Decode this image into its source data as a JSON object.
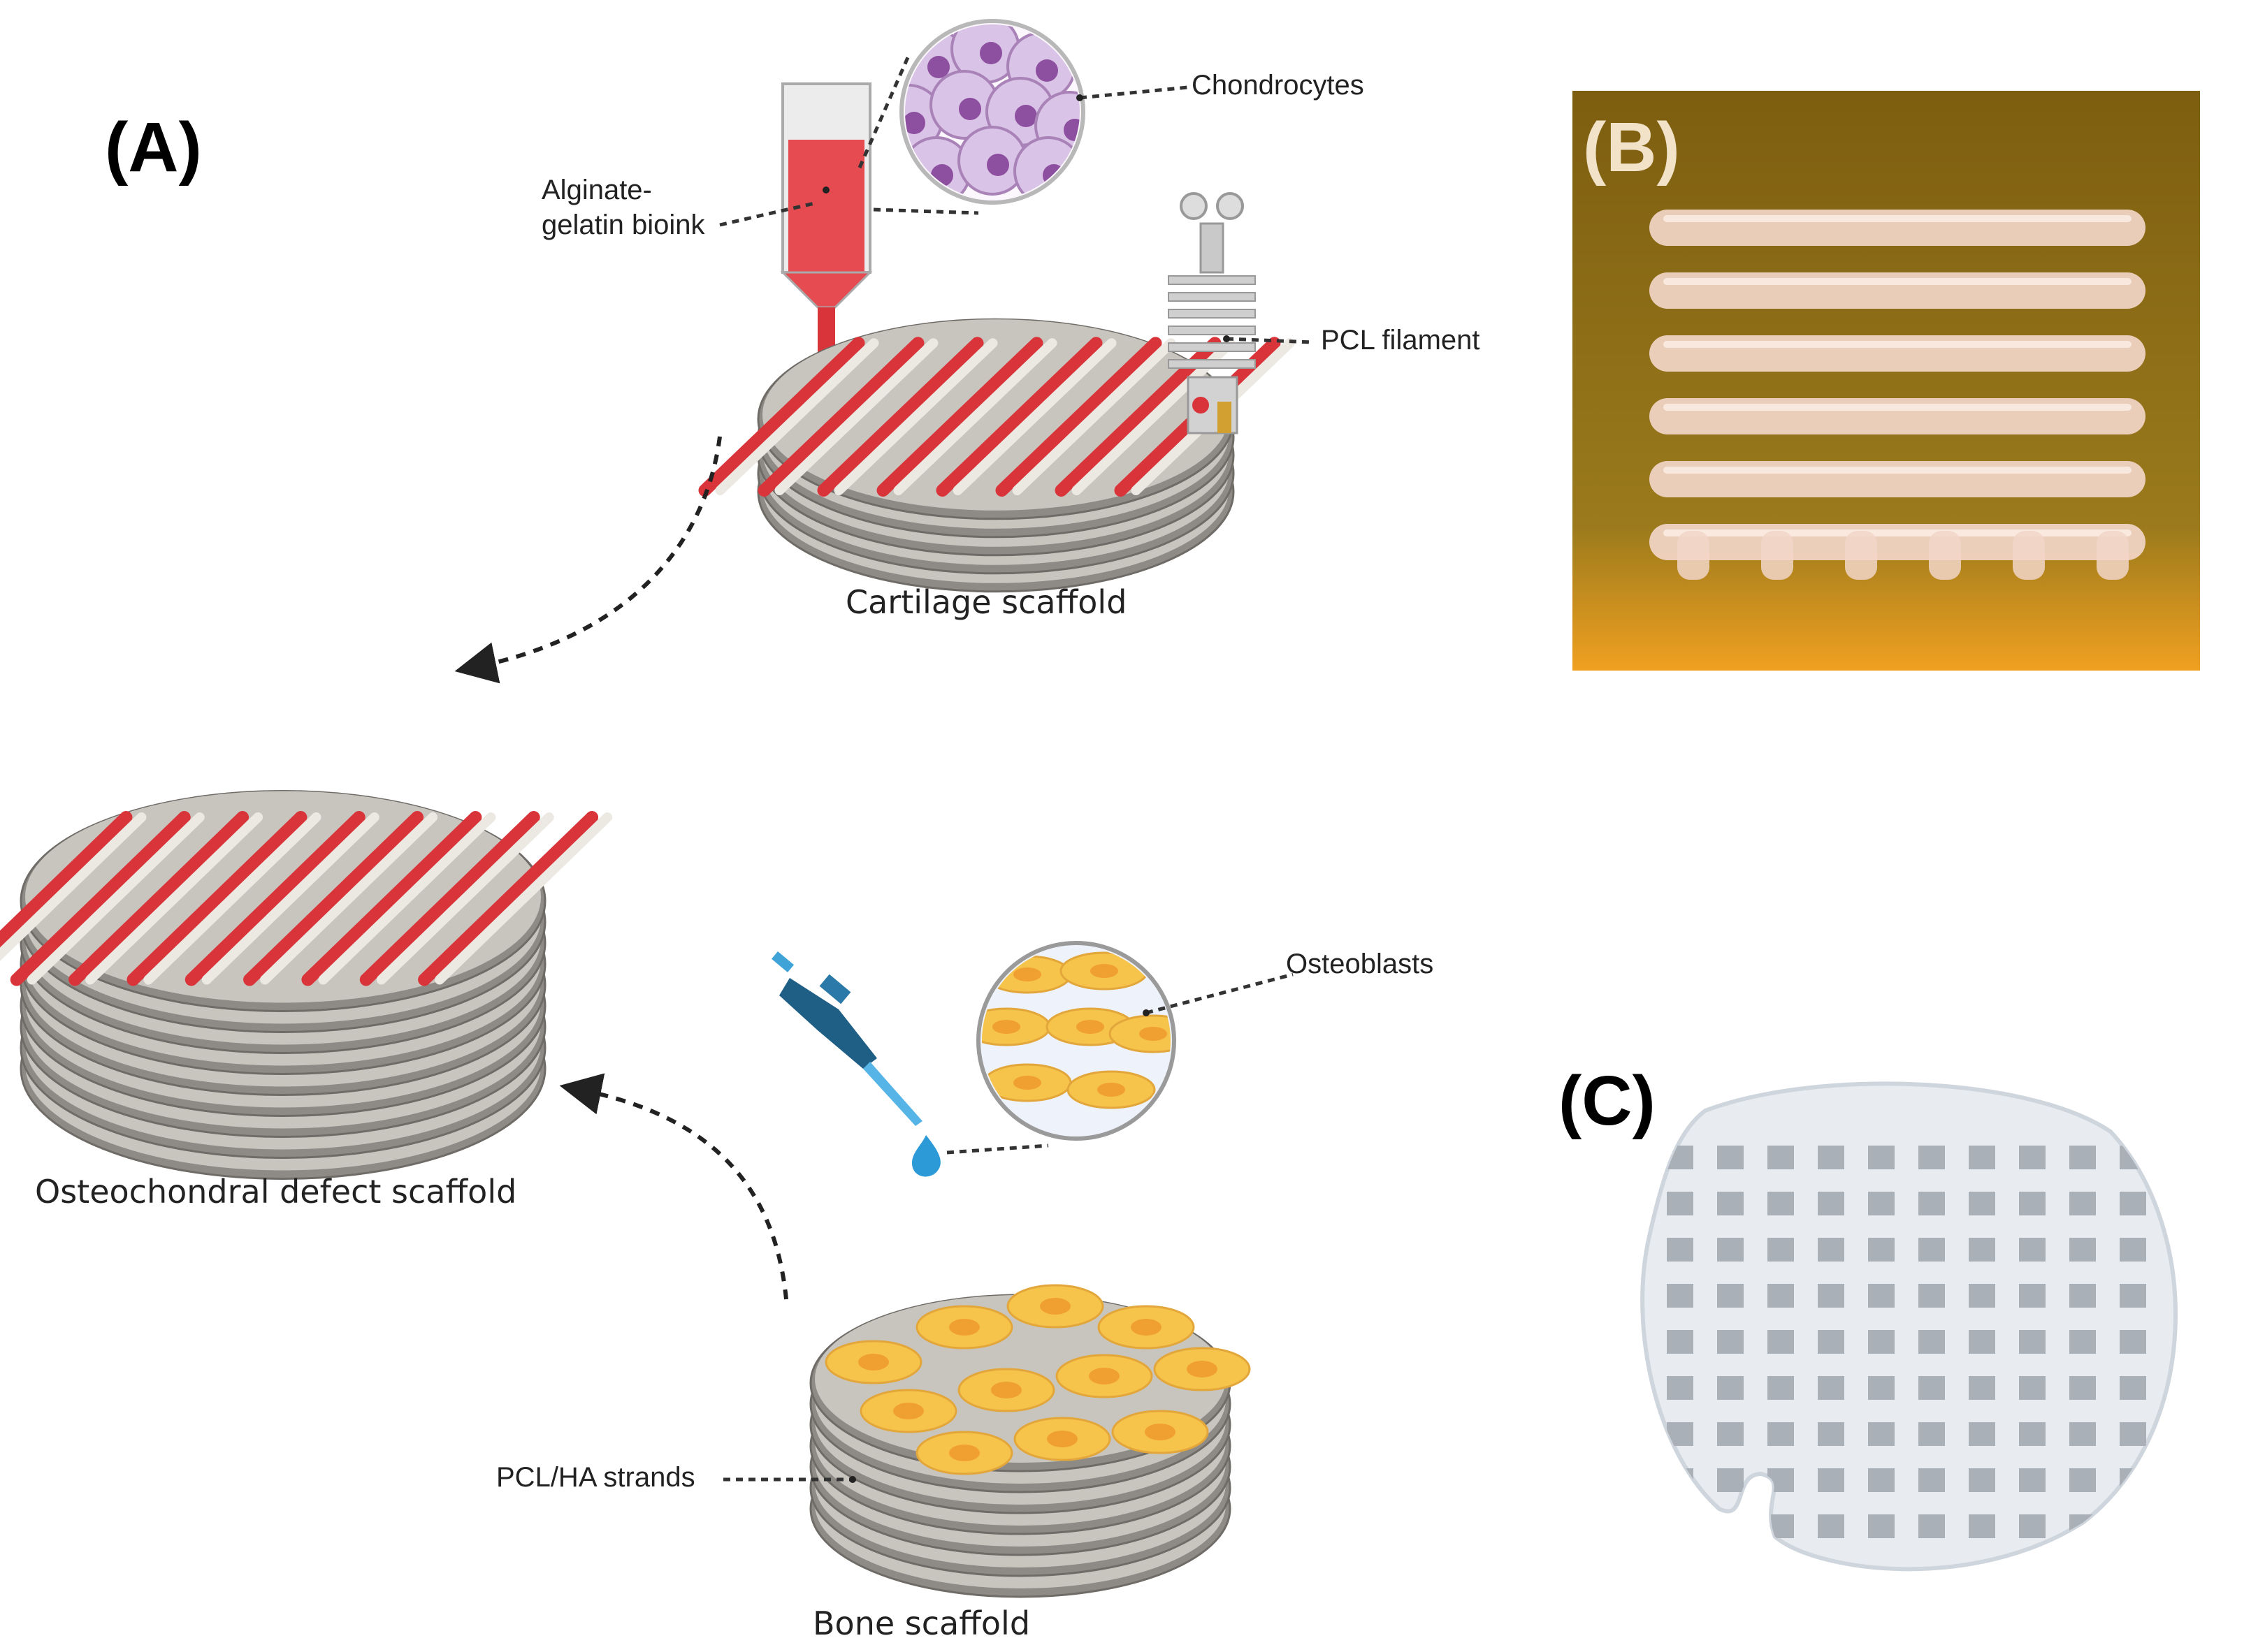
{
  "panels": {
    "a": {
      "letter": "(A)"
    },
    "b": {
      "letter": "(B)"
    },
    "c": {
      "letter": "(C)"
    }
  },
  "labels": {
    "chondrocytes": "Chondrocytes",
    "bioink_line1": "Alginate-",
    "bioink_line2": "gelatin bioink",
    "pcl_filament": "PCL filament",
    "cartilage_scaffold": "Cartilage scaffold",
    "osteochondral_scaffold": "Osteochondral defect scaffold",
    "osteoblasts": "Osteoblasts",
    "pcl_ha_strands": "PCL/HA strands",
    "bone_scaffold": "Bone scaffold"
  },
  "colors": {
    "bioink_red": "#d9343a",
    "pcl_gray": "#c8c5bf",
    "pcl_dark": "#8e8b86",
    "cell_purple": "#d9c3e6",
    "nucleus_purple": "#8d4f9f",
    "osteoblast_yellow": "#f7c44b",
    "osteoblast_core": "#f0a030",
    "photo_b_bg": "#8a6a16",
    "photo_b_strand": "#f2d6c8",
    "photo_c_bg": "#e9edf1",
    "pipette_blue": "#1f5e85",
    "drop_blue": "#2d9ad8"
  }
}
